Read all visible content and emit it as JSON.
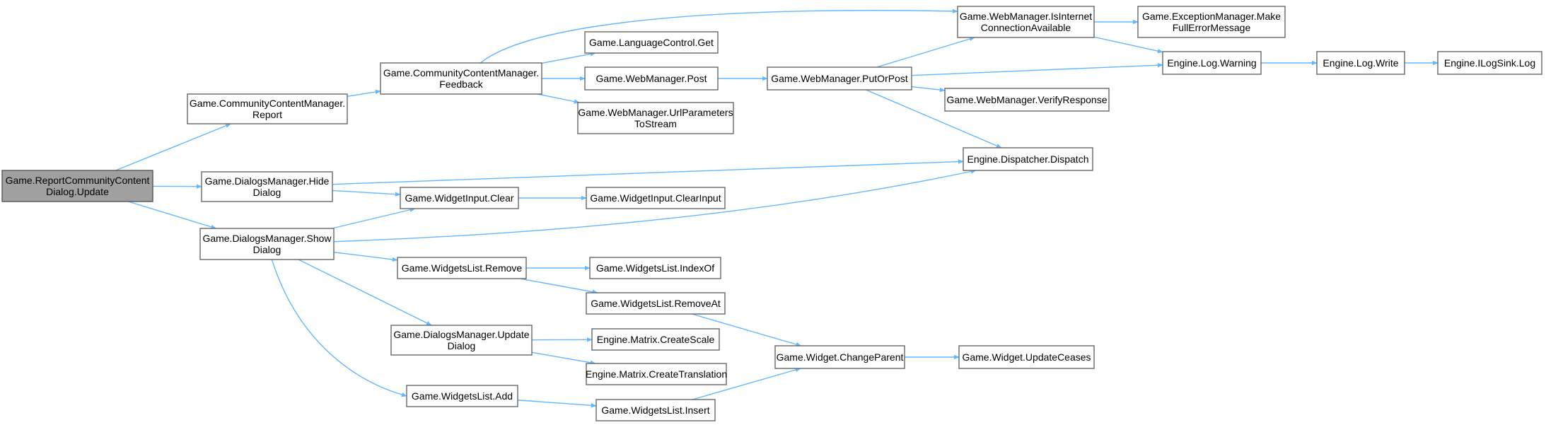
{
  "colors": {
    "edge": "#63b8ff",
    "node_border": "#666666",
    "root_fill": "#a0a0a0",
    "node_fill": "#ffffff"
  },
  "nodes": [
    {
      "id": "root",
      "lines": [
        "Game.ReportCommunityContent",
        "Dialog.Update"
      ],
      "root": true
    },
    {
      "id": "ccm_report",
      "lines": [
        "Game.CommunityContentManager.",
        "Report"
      ]
    },
    {
      "id": "ccm_feedback",
      "lines": [
        "Game.CommunityContentManager.",
        "Feedback"
      ]
    },
    {
      "id": "lang_get",
      "lines": [
        "Game.LanguageControl.Get"
      ]
    },
    {
      "id": "wm_post",
      "lines": [
        "Game.WebManager.Post"
      ]
    },
    {
      "id": "wm_urlparams",
      "lines": [
        "Game.WebManager.UrlParameters",
        "ToStream"
      ]
    },
    {
      "id": "wm_inet",
      "lines": [
        "Game.WebManager.IsInternet",
        "ConnectionAvailable"
      ]
    },
    {
      "id": "exc_make",
      "lines": [
        "Game.ExceptionManager.Make",
        "FullErrorMessage"
      ]
    },
    {
      "id": "wm_putorpost",
      "lines": [
        "Game.WebManager.PutOrPost"
      ]
    },
    {
      "id": "log_warning",
      "lines": [
        "Engine.Log.Warning"
      ]
    },
    {
      "id": "log_write",
      "lines": [
        "Engine.Log.Write"
      ]
    },
    {
      "id": "ilogsink",
      "lines": [
        "Engine.ILogSink.Log"
      ]
    },
    {
      "id": "wm_verify",
      "lines": [
        "Game.WebManager.VerifyResponse"
      ]
    },
    {
      "id": "dispatch",
      "lines": [
        "Engine.Dispatcher.Dispatch"
      ]
    },
    {
      "id": "dm_hide",
      "lines": [
        "Game.DialogsManager.Hide",
        "Dialog"
      ]
    },
    {
      "id": "dm_show",
      "lines": [
        "Game.DialogsManager.Show",
        "Dialog"
      ]
    },
    {
      "id": "wi_clear",
      "lines": [
        "Game.WidgetInput.Clear"
      ]
    },
    {
      "id": "wi_clearinput",
      "lines": [
        "Game.WidgetInput.ClearInput"
      ]
    },
    {
      "id": "wl_remove",
      "lines": [
        "Game.WidgetsList.Remove"
      ]
    },
    {
      "id": "wl_indexof",
      "lines": [
        "Game.WidgetsList.IndexOf"
      ]
    },
    {
      "id": "wl_removeat",
      "lines": [
        "Game.WidgetsList.RemoveAt"
      ]
    },
    {
      "id": "dm_update",
      "lines": [
        "Game.DialogsManager.Update",
        "Dialog"
      ]
    },
    {
      "id": "mx_scale",
      "lines": [
        "Engine.Matrix.CreateScale"
      ]
    },
    {
      "id": "mx_translation",
      "lines": [
        "Engine.Matrix.CreateTranslation"
      ]
    },
    {
      "id": "wl_add",
      "lines": [
        "Game.WidgetsList.Add"
      ]
    },
    {
      "id": "wl_insert",
      "lines": [
        "Game.WidgetsList.Insert"
      ]
    },
    {
      "id": "w_changeparent",
      "lines": [
        "Game.Widget.ChangeParent"
      ]
    },
    {
      "id": "w_updateceases",
      "lines": [
        "Game.Widget.UpdateCeases"
      ]
    }
  ],
  "edges": [
    [
      "root",
      "ccm_report"
    ],
    [
      "root",
      "dm_hide"
    ],
    [
      "root",
      "dm_show"
    ],
    [
      "ccm_report",
      "ccm_feedback"
    ],
    [
      "ccm_feedback",
      "wm_inet"
    ],
    [
      "ccm_feedback",
      "lang_get"
    ],
    [
      "ccm_feedback",
      "wm_post"
    ],
    [
      "ccm_feedback",
      "wm_urlparams"
    ],
    [
      "wm_inet",
      "exc_make"
    ],
    [
      "wm_inet",
      "log_warning"
    ],
    [
      "wm_post",
      "wm_putorpost"
    ],
    [
      "wm_putorpost",
      "wm_inet"
    ],
    [
      "wm_putorpost",
      "log_warning"
    ],
    [
      "wm_putorpost",
      "wm_verify"
    ],
    [
      "wm_putorpost",
      "dispatch"
    ],
    [
      "log_warning",
      "log_write"
    ],
    [
      "log_write",
      "ilogsink"
    ],
    [
      "dm_hide",
      "dispatch"
    ],
    [
      "dm_hide",
      "wi_clear"
    ],
    [
      "dm_show",
      "wi_clear"
    ],
    [
      "dm_show",
      "dispatch"
    ],
    [
      "dm_show",
      "wl_remove"
    ],
    [
      "dm_show",
      "dm_update"
    ],
    [
      "dm_show",
      "wl_add"
    ],
    [
      "wi_clear",
      "wi_clearinput"
    ],
    [
      "wl_remove",
      "wl_indexof"
    ],
    [
      "wl_remove",
      "wl_removeat"
    ],
    [
      "wl_removeat",
      "w_changeparent"
    ],
    [
      "dm_update",
      "mx_scale"
    ],
    [
      "dm_update",
      "mx_translation"
    ],
    [
      "wl_add",
      "wl_insert"
    ],
    [
      "wl_insert",
      "w_changeparent"
    ],
    [
      "w_changeparent",
      "w_updateceases"
    ]
  ]
}
